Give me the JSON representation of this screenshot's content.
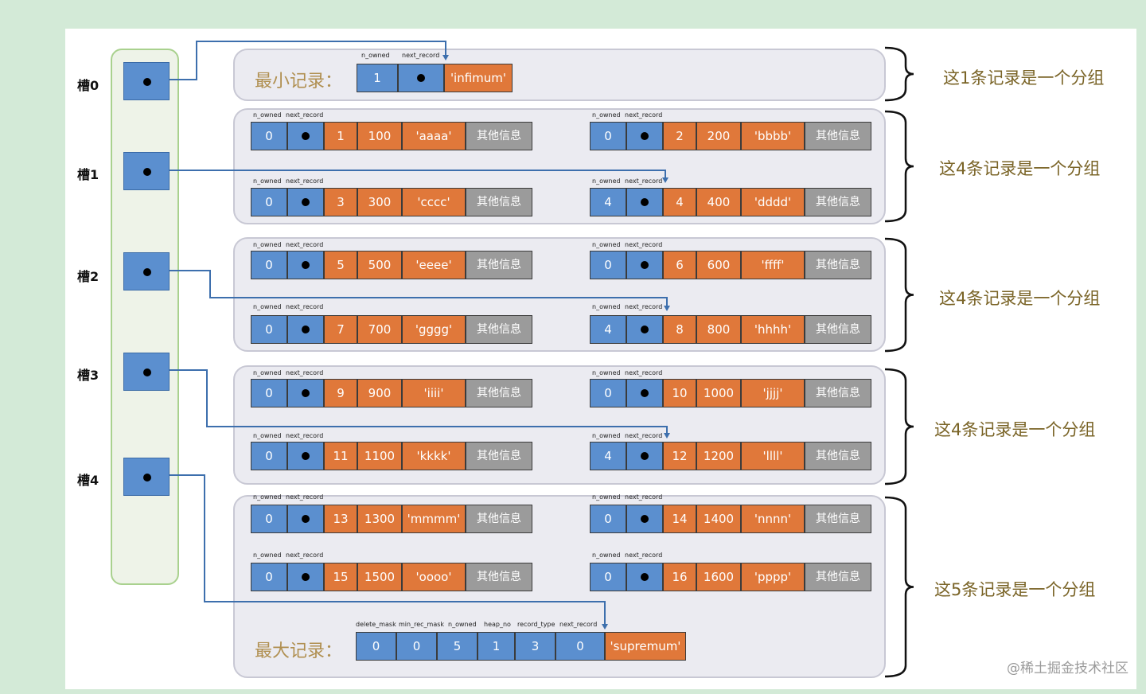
{
  "slots": [
    {
      "label": "槽0"
    },
    {
      "label": "槽1"
    },
    {
      "label": "槽2"
    },
    {
      "label": "槽3"
    },
    {
      "label": "槽4"
    }
  ],
  "infimum": {
    "label": "最小记录：",
    "hdr_owned": "n_owned",
    "hdr_next": "next_record",
    "n_owned": "1",
    "value": "'infimum'"
  },
  "supremum": {
    "label": "最大记录：",
    "headers": [
      "delete_mask",
      "min_rec_mask",
      "n_owned",
      "heap_no",
      "record_type",
      "next_record"
    ],
    "fields": [
      "0",
      "0",
      "5",
      "1",
      "3",
      "0"
    ],
    "value": "'supremum'"
  },
  "hdr": {
    "owned": "n_owned",
    "next": "next_record"
  },
  "records": [
    {
      "owned": "0",
      "heap": "1",
      "id": "100",
      "val": "'aaaa'",
      "other": "其他信息"
    },
    {
      "owned": "0",
      "heap": "2",
      "id": "200",
      "val": "'bbbb'",
      "other": "其他信息"
    },
    {
      "owned": "0",
      "heap": "3",
      "id": "300",
      "val": "'cccc'",
      "other": "其他信息"
    },
    {
      "owned": "4",
      "heap": "4",
      "id": "400",
      "val": "'dddd'",
      "other": "其他信息"
    },
    {
      "owned": "0",
      "heap": "5",
      "id": "500",
      "val": "'eeee'",
      "other": "其他信息"
    },
    {
      "owned": "0",
      "heap": "6",
      "id": "600",
      "val": "'ffff'",
      "other": "其他信息"
    },
    {
      "owned": "0",
      "heap": "7",
      "id": "700",
      "val": "'gggg'",
      "other": "其他信息"
    },
    {
      "owned": "4",
      "heap": "8",
      "id": "800",
      "val": "'hhhh'",
      "other": "其他信息"
    },
    {
      "owned": "0",
      "heap": "9",
      "id": "900",
      "val": "'iiii'",
      "other": "其他信息"
    },
    {
      "owned": "0",
      "heap": "10",
      "id": "1000",
      "val": "'jjjj'",
      "other": "其他信息"
    },
    {
      "owned": "0",
      "heap": "11",
      "id": "1100",
      "val": "'kkkk'",
      "other": "其他信息"
    },
    {
      "owned": "4",
      "heap": "12",
      "id": "1200",
      "val": "'llll'",
      "other": "其他信息"
    },
    {
      "owned": "0",
      "heap": "13",
      "id": "1300",
      "val": "'mmmm'",
      "other": "其他信息"
    },
    {
      "owned": "0",
      "heap": "14",
      "id": "1400",
      "val": "'nnnn'",
      "other": "其他信息"
    },
    {
      "owned": "0",
      "heap": "15",
      "id": "1500",
      "val": "'oooo'",
      "other": "其他信息"
    },
    {
      "owned": "0",
      "heap": "16",
      "id": "1600",
      "val": "'pppp'",
      "other": "其他信息"
    }
  ],
  "groups": [
    {
      "label": "这1条记录是一个分组"
    },
    {
      "label": "这4条记录是一个分组"
    },
    {
      "label": "这4条记录是一个分组"
    },
    {
      "label": "这4条记录是一个分组"
    },
    {
      "label": "这5条记录是一个分组"
    }
  ],
  "watermark": "@稀土掘金技术社区",
  "colors": {
    "pointer_line": "#3d6fad",
    "slot": "#5b8fcf",
    "record_header": "#e0783a",
    "other_info": "#9b9b9b",
    "brace": "#111111"
  }
}
